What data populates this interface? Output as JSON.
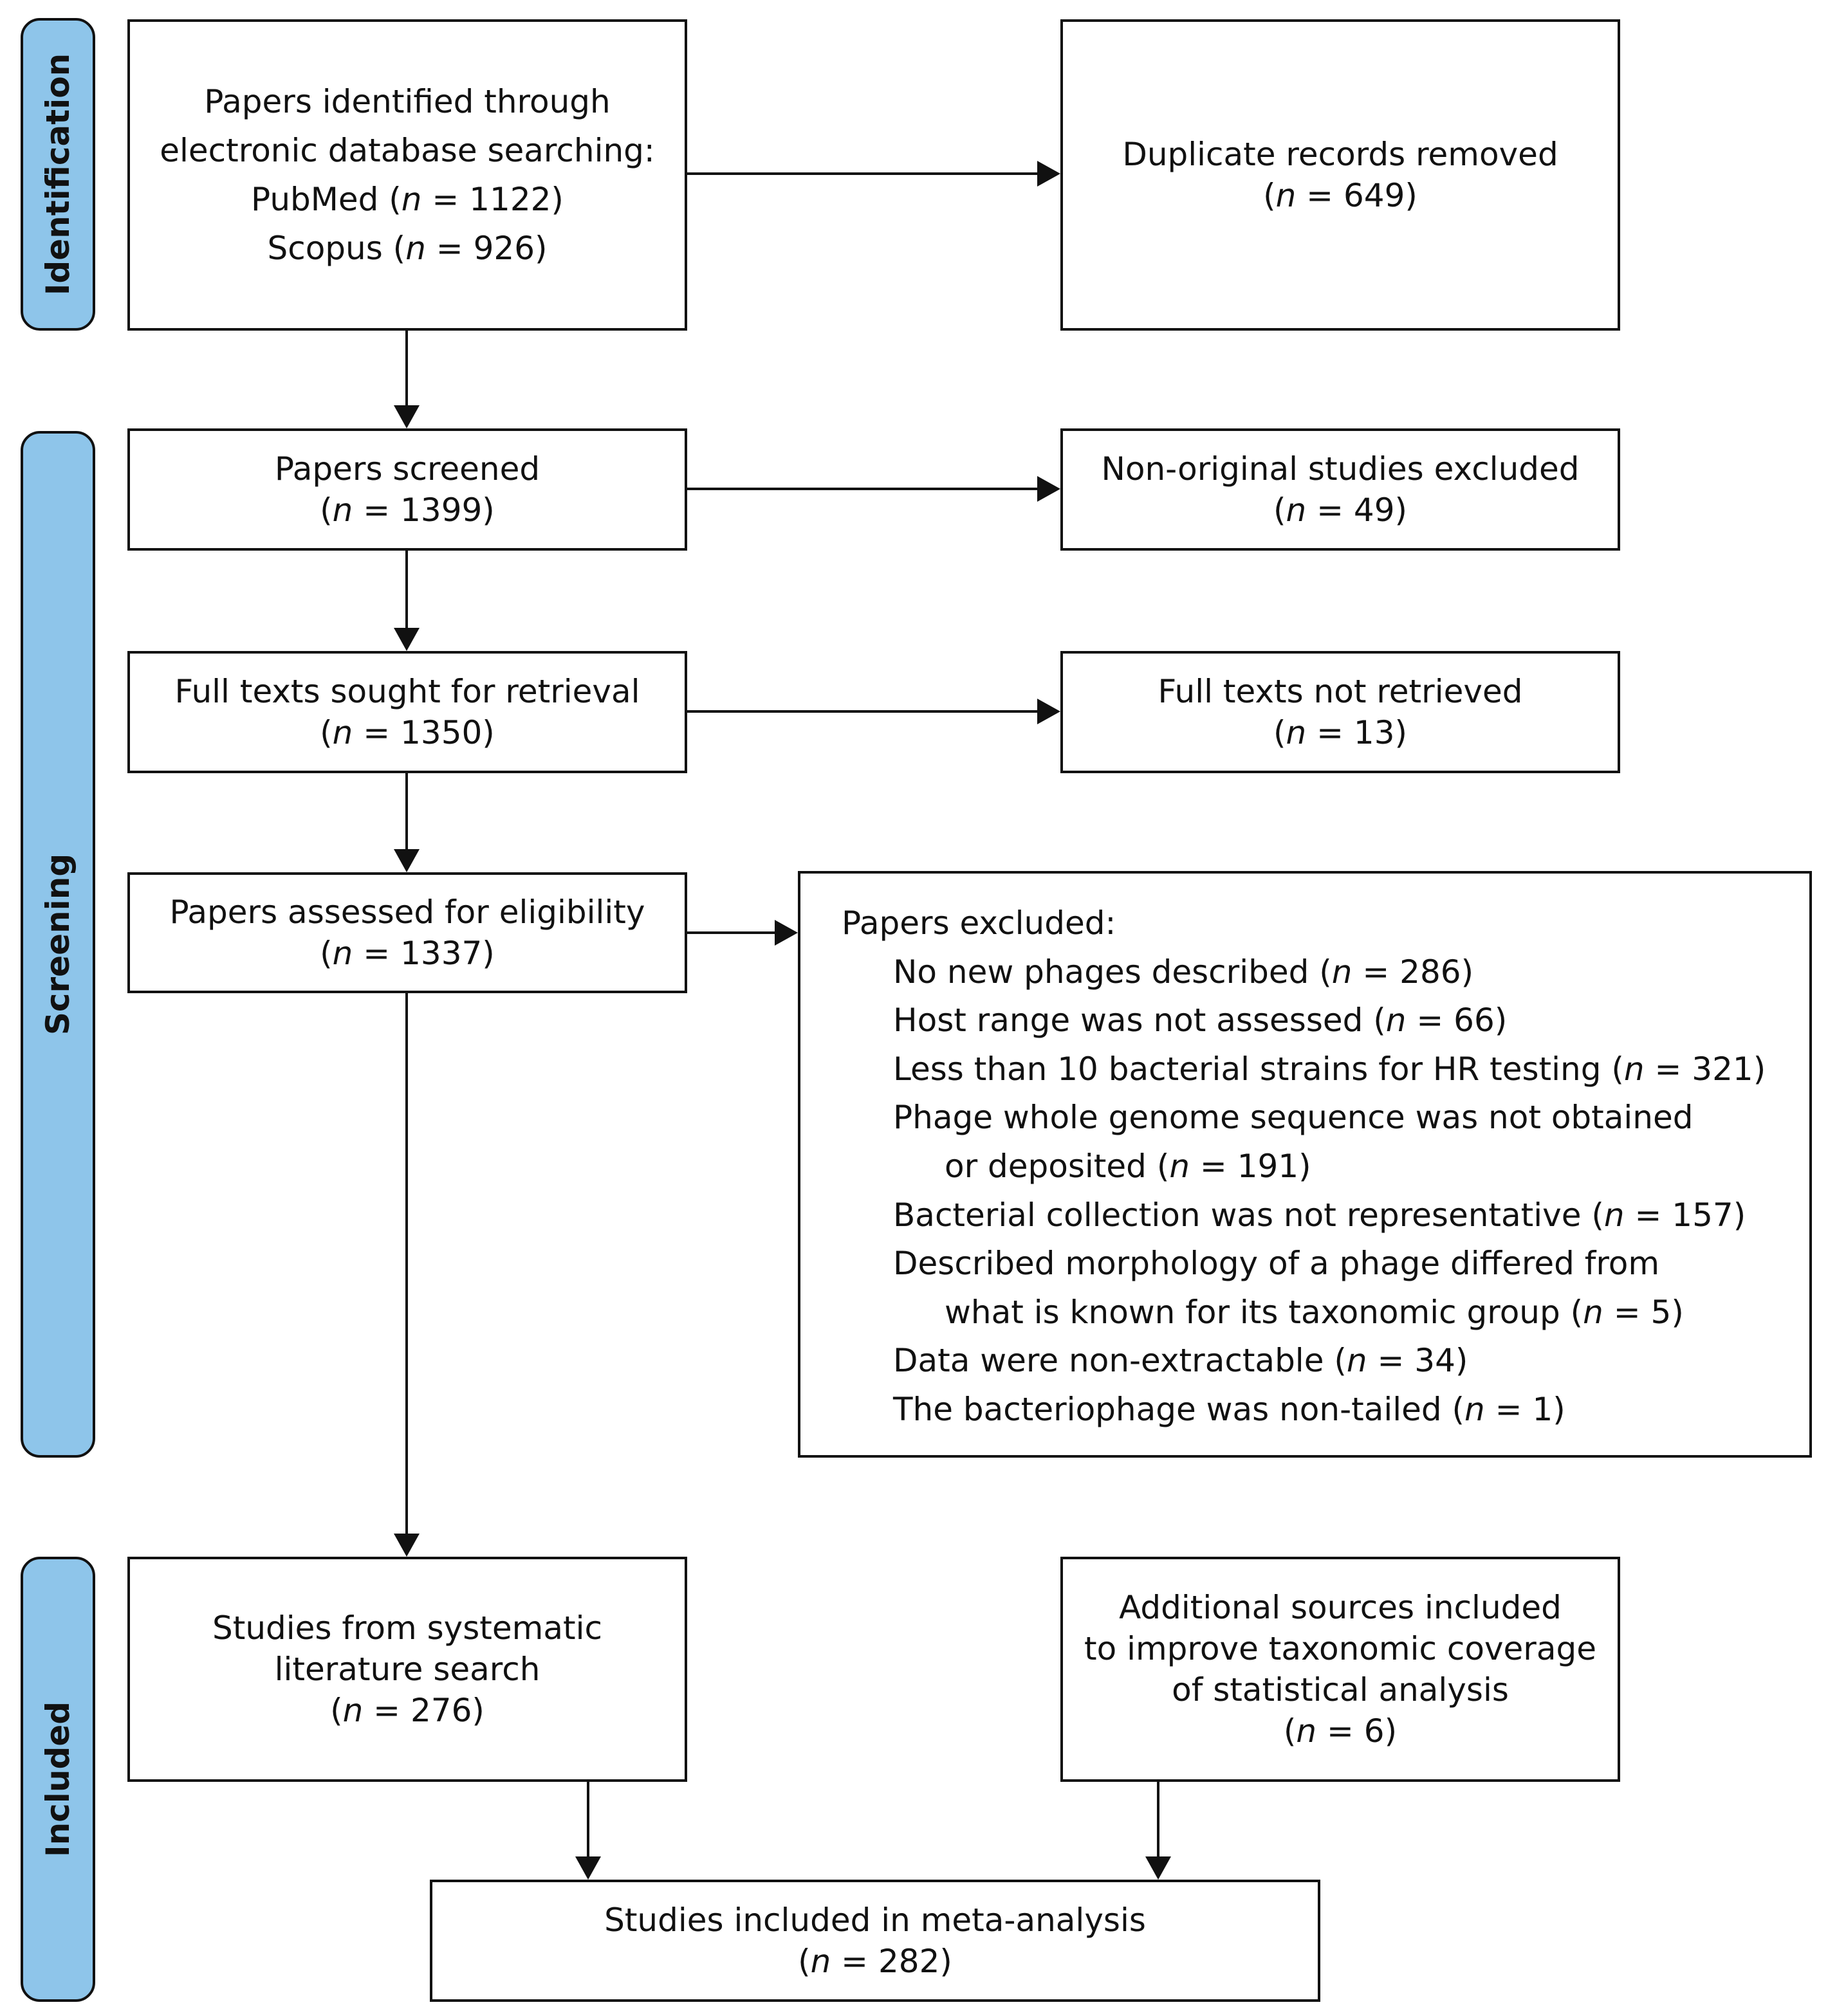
{
  "phases": {
    "identification": "Identification",
    "screening": "Screening",
    "included": "Included"
  },
  "boxes": {
    "identified": {
      "lines": [
        "Papers identified through",
        "electronic database searching:",
        "PubMed (n = 1122)",
        "Scopus (n = 926)"
      ]
    },
    "duplicates": {
      "lines": [
        "Duplicate records removed",
        "(n = 649)"
      ]
    },
    "screened": {
      "lines": [
        "Papers screened",
        "(n = 1399)"
      ]
    },
    "non_original": {
      "lines": [
        "Non-original studies excluded",
        "(n = 49)"
      ]
    },
    "sought": {
      "lines": [
        "Full texts sought for retrieval",
        "(n = 1350)"
      ]
    },
    "not_retrieved": {
      "lines": [
        "Full texts not retrieved",
        "(n = 13)"
      ]
    },
    "assessed": {
      "lines": [
        "Papers assessed for eligibility",
        "(n = 1337)"
      ]
    },
    "excluded": {
      "heading": "Papers excluded:",
      "items": [
        "No new phages described (n = 286)",
        "Host range was not assessed (n = 66)",
        "Less than 10 bacterial strains for HR testing (n = 321)",
        "Phage whole genome sequence was not obtained",
        "or deposited (n = 191)",
        "Bacterial collection was not representative (n = 157)",
        "Described morphology of a phage differed from",
        "what is known for its taxonomic group (n = 5)",
        "Data were non-extractable (n = 34)",
        "The bacteriophage was non-tailed (n = 1)"
      ]
    },
    "systematic": {
      "lines": [
        "Studies from systematic",
        "literature search",
        "(n = 276)"
      ]
    },
    "additional": {
      "lines": [
        "Additional sources included",
        "to improve taxonomic coverage",
        "of statistical analysis",
        "(n = 6)"
      ]
    },
    "meta": {
      "lines": [
        "Studies included in meta-analysis",
        "(n = 282)"
      ]
    }
  },
  "colors": {
    "phase_fill": "#8ec5ea",
    "stroke": "#111111"
  }
}
